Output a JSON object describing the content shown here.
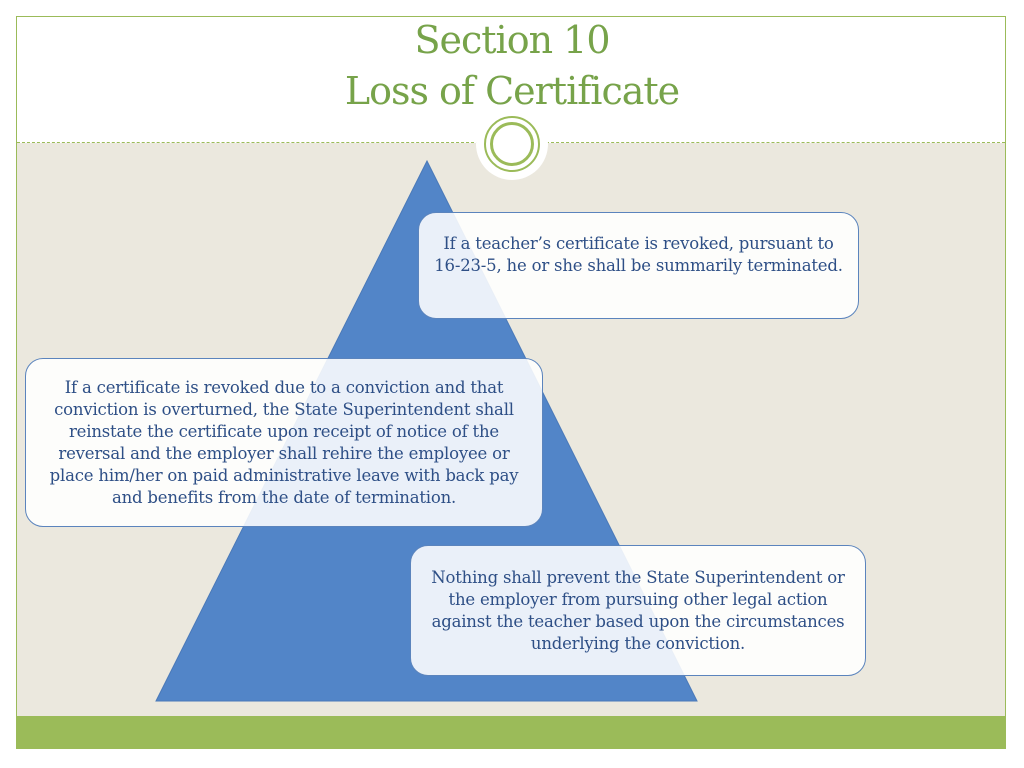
{
  "slide": {
    "title_line1": "Section 10",
    "title_line2": "Loss of Certificate"
  },
  "colors": {
    "title": "#77a34a",
    "accent_green": "#9bbb59",
    "content_background": "#ebe8de",
    "pyramid_fill": "#5285c8",
    "card_text": "#2e4f86"
  },
  "diagram": {
    "type": "pyramid",
    "items": [
      {
        "text": "If a teacher’s certificate is revoked, pursuant to 16-23-5, he or she shall be summarily terminated."
      },
      {
        "text": "If a certificate is revoked due to a conviction and that conviction is overturned, the State Superintendent shall reinstate the certificate upon receipt of notice of the reversal and the employer shall rehire the employee or place him/her on paid administrative leave with back pay and benefits from the date of termination."
      },
      {
        "text": "Nothing shall prevent the State Superintendent or the employer from pursuing other legal action against the teacher based upon the circumstances underlying the conviction."
      }
    ]
  }
}
